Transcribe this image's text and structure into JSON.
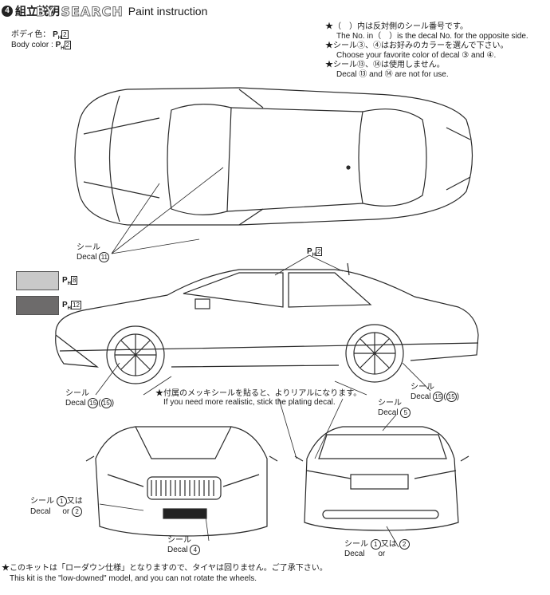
{
  "header": {
    "step_number": "4",
    "title_jp": "組立説明",
    "title_en": "Paint instruction",
    "watermark": "BY SEARCH"
  },
  "body_color": {
    "jp": "ボディ色：",
    "en": "Body color :",
    "paint_code": "2"
  },
  "notes": {
    "line1_jp": "★（　）内は反対側のシール番号です。",
    "line1_en": "The No. in（　）is the decal No. for the opposite side.",
    "line2_jp": "★シール③、④はお好みのカラーを選んで下さい。",
    "line2_en": "Choose your favorite color of decal ③ and ④.",
    "line3_jp": "★シール⑬、⑭は使用しません。",
    "line3_en": "Decal ⑬ and ⑭ are not for use."
  },
  "swatches": [
    {
      "color": "#c9c9c9",
      "code": "8"
    },
    {
      "color": "#6d6b6b",
      "code": "12"
    }
  ],
  "labels": {
    "decal11_jp": "シール",
    "decal11_en": "Decal",
    "decal11_num": "11",
    "side_paint_code": "2",
    "decal15_left_jp": "シール",
    "decal15_left_en": "Decal",
    "decal15_left_num": "15",
    "decal15_left_alt": "15",
    "decal15_right_jp": "シール",
    "decal15_right_en": "Decal",
    "decal15_right_num": "15",
    "decal15_right_alt": "15",
    "plating_jp": "★付属のメッキシールを貼ると、よりリアルになります。",
    "plating_en": "If you need more realistic, stick the plating decal.",
    "decal5_jp": "シール",
    "decal5_en": "Decal",
    "decal5_num": "5",
    "front_decal_jp": "シール",
    "front_decal_en": "Decal",
    "front_decal_num1": "1",
    "front_or_jp": "又は",
    "front_or_en": "or",
    "front_decal_num2": "2",
    "decal4_jp": "シール",
    "decal4_en": "Decal",
    "decal4_num": "4",
    "rear_decal_jp": "シール",
    "rear_decal_en": "Decal",
    "rear_decal_num1": "1",
    "rear_or_jp": "又は",
    "rear_or_en": "or",
    "rear_decal_num2": "2"
  },
  "footer": {
    "jp": "★このキットは「ローダウン仕様」となりますので、タイヤは回りません。ご了承下さい。",
    "en": "This kit is the \"low-downed\" model, and you can not rotate the wheels."
  }
}
